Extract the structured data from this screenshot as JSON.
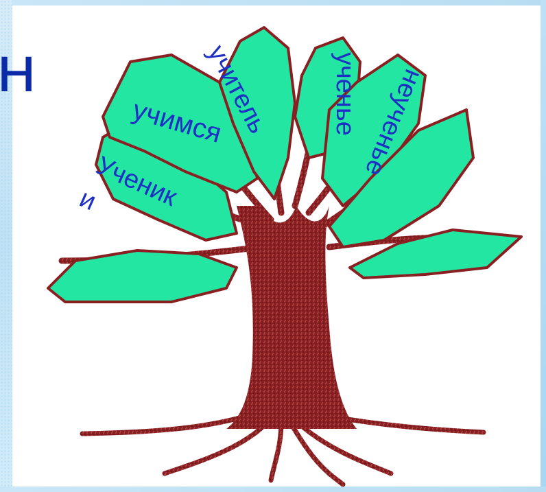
{
  "side_fragment": "н",
  "words": {
    "ucheniki_part1": "Ученик",
    "ucheniki_part2": "и",
    "uchimsya": "учимся",
    "uchitel": "учитель",
    "uchenye": "ученье",
    "neuchenye": "неученье"
  },
  "colors": {
    "leaf": "#22e6a2",
    "bark": "#8a1f22",
    "text": "#1e2fc4",
    "background_band": "#c3e3f6"
  },
  "icons": {
    "illustration": "tree-icon"
  }
}
